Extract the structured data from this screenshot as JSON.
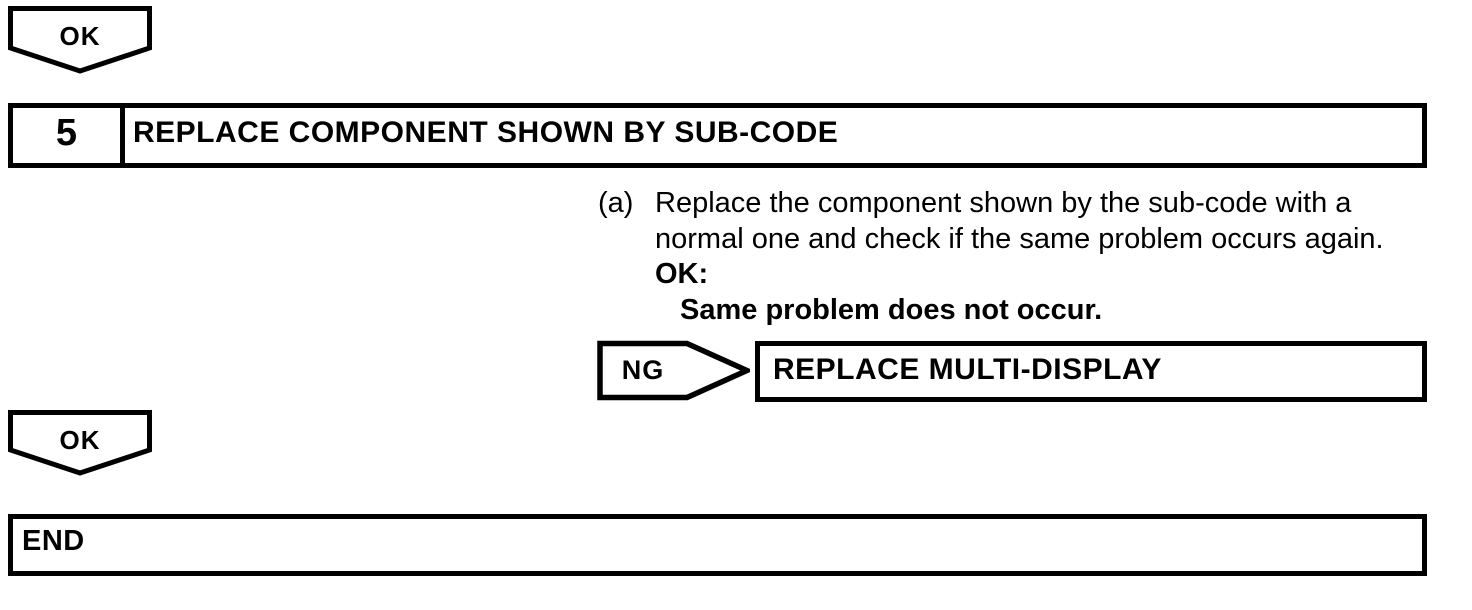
{
  "step": {
    "number": "5",
    "title": "REPLACE COMPONENT SHOWN BY SUB-CODE"
  },
  "instruction": {
    "marker": "(a)",
    "line1": "Replace the component shown by the sub-code with a",
    "line2": "normal one and check if the same problem occurs again.",
    "ok_label": "OK:",
    "ok_condition": "Same problem does not occur."
  },
  "connectors": {
    "top_ok": "OK",
    "ng": "NG",
    "bottom_ok": "OK"
  },
  "ng_action": {
    "label": "REPLACE MULTI-DISPLAY"
  },
  "end_box": {
    "label": "END"
  },
  "colors": {
    "line": "#000000",
    "background": "#ffffff"
  }
}
